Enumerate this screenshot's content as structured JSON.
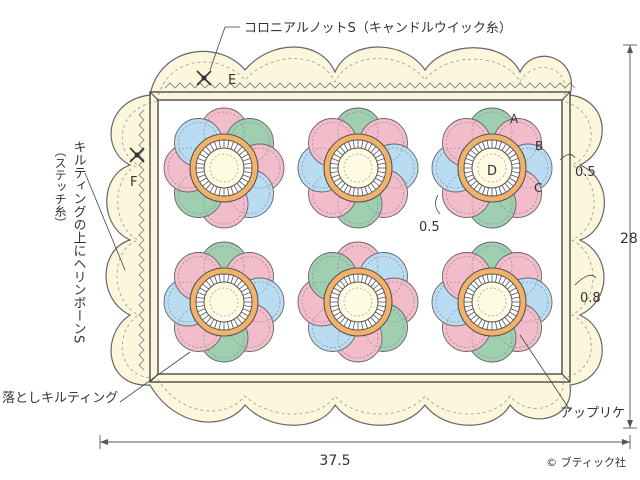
{
  "labels": {
    "colonial_knot": "コロニアルノットS（キャンドルウイック糸）",
    "quilting_herringbone_1": "キルティングの上にヘリンボーンS",
    "quilting_herringbone_2": "（ステッチ糸）",
    "drop_quilting": "落としキルティング",
    "applique": "アップリケ",
    "copyright": "© ブティック社"
  },
  "part_letters": {
    "a": "A",
    "b": "B",
    "c": "C",
    "d": "D",
    "e": "E",
    "f": "F"
  },
  "dimensions": {
    "width": "37.5",
    "height": "28",
    "seam_a": "0.5",
    "seam_b": "0.5",
    "border": "0.8"
  },
  "colors": {
    "pink": "#f2bccb",
    "blue": "#b9dcf2",
    "green": "#9fcfb0",
    "orange_ring": "#f2b26a",
    "cream": "#fbf6dc",
    "center": "#fffbe3",
    "line": "#555555"
  }
}
